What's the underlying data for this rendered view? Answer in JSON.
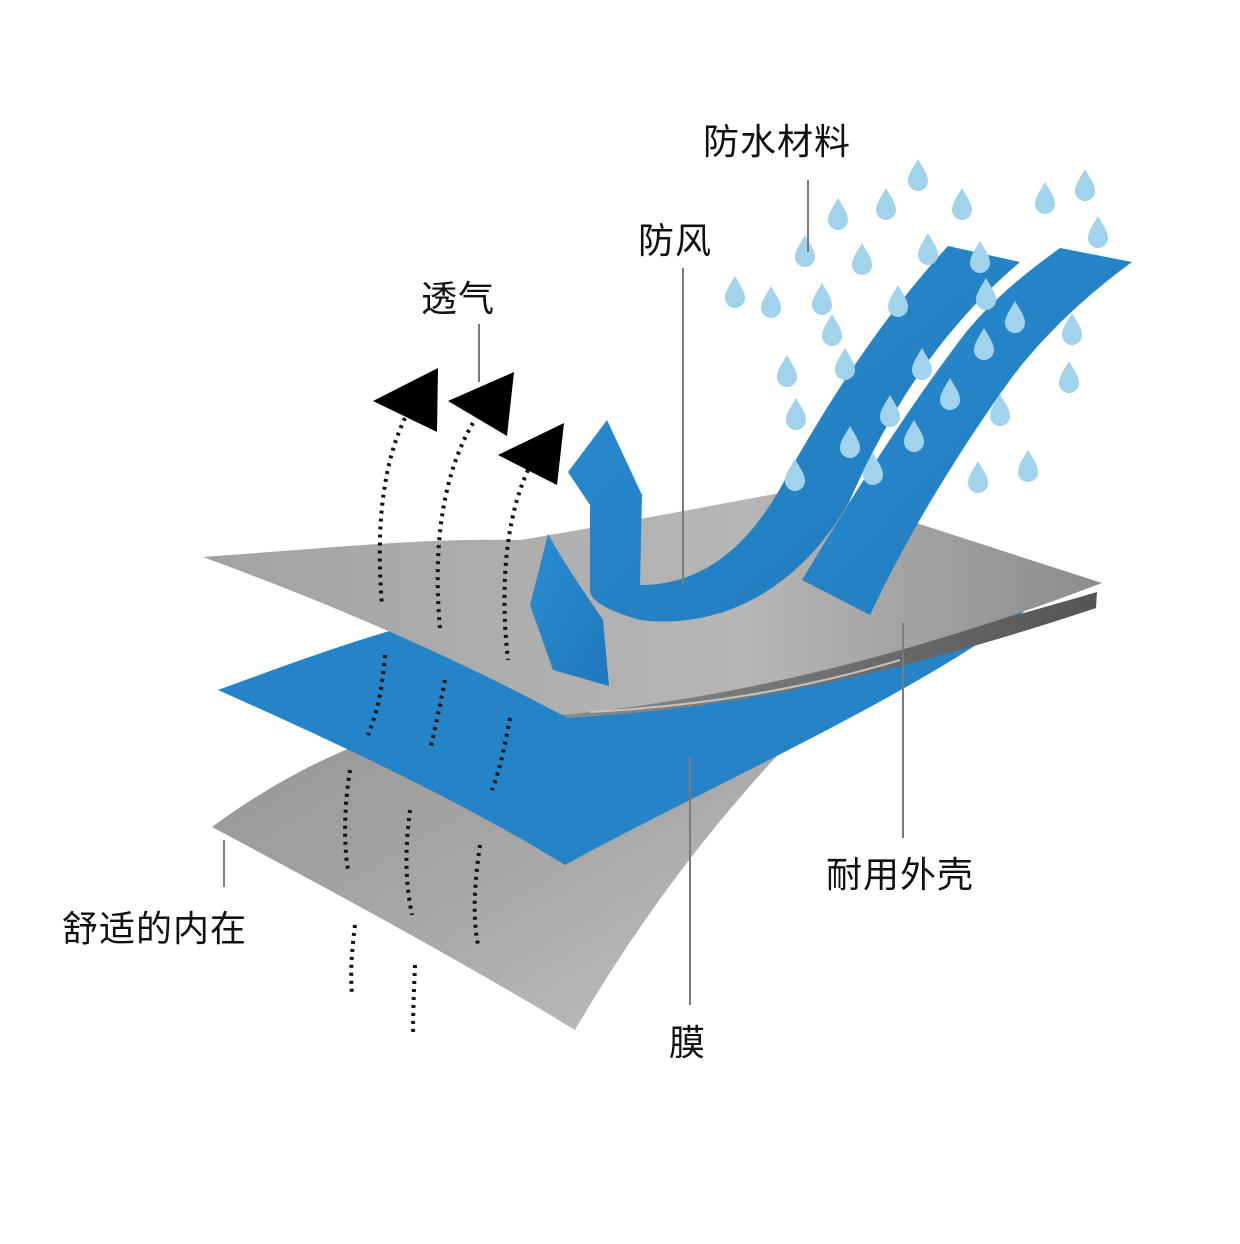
{
  "labels": {
    "waterproof": "防水材料",
    "windproof": "防风",
    "breathable": "透气",
    "inner": "舒适的内在",
    "shell": "耐用外壳",
    "membrane": "膜"
  },
  "colors": {
    "layer_blue": "#2585c8",
    "layer_gray": "#9b9b9b",
    "drop_blue": "#9fd2ec",
    "leader_gray": "#7a7a7a",
    "arrow_black": "#000000"
  }
}
